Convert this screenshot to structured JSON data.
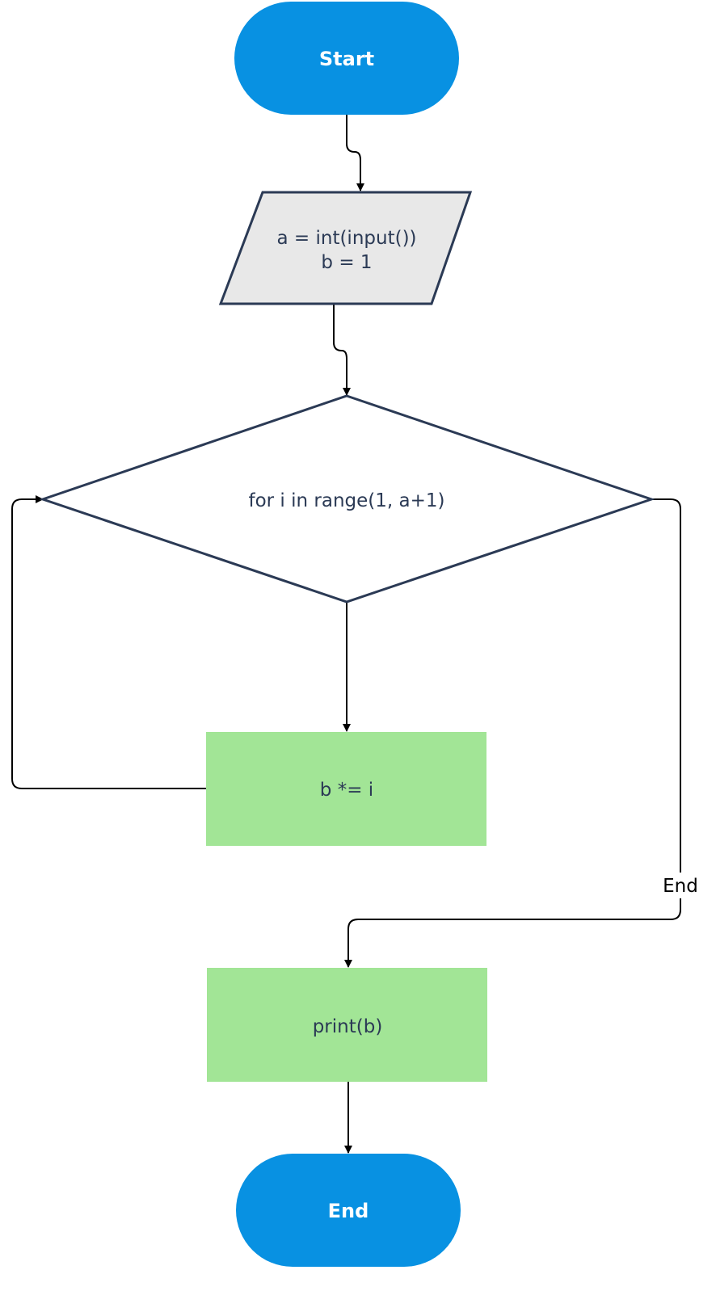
{
  "colors": {
    "terminal_fill": "#0891e2",
    "io_fill": "#e8e8e8",
    "io_stroke": "#2b3a55",
    "decision_fill": "#ffffff",
    "decision_stroke": "#2b3a55",
    "process_fill": "#a2e596",
    "text": "#2b3a55",
    "edge": "#000000"
  },
  "nodes": {
    "start": {
      "label": "Start"
    },
    "input": {
      "line1": "a = int(input())",
      "line2": "b = 1"
    },
    "loop": {
      "label": "for i in range(1, a+1)"
    },
    "multiply": {
      "label": "b *= i"
    },
    "print": {
      "label": "print(b)"
    },
    "end": {
      "label": "End"
    }
  },
  "edges": {
    "loop_exit_label": "End"
  }
}
